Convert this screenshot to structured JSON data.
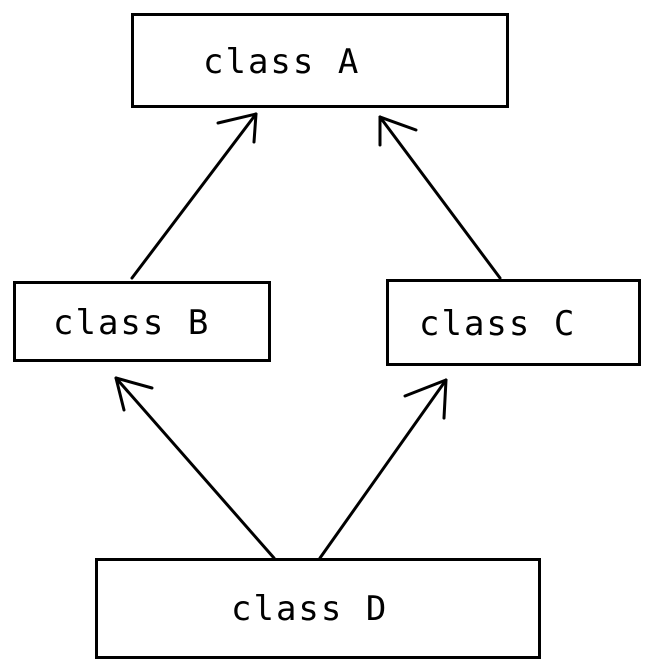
{
  "diagram": {
    "nodes": [
      {
        "id": "A",
        "label": "class A"
      },
      {
        "id": "B",
        "label": "class B"
      },
      {
        "id": "C",
        "label": "class C"
      },
      {
        "id": "D",
        "label": "class D"
      }
    ],
    "edges": [
      {
        "from": "B",
        "to": "A"
      },
      {
        "from": "C",
        "to": "A"
      },
      {
        "from": "D",
        "to": "B"
      },
      {
        "from": "D",
        "to": "C"
      }
    ],
    "colors": {
      "stroke": "#000000",
      "background": "#ffffff"
    }
  }
}
